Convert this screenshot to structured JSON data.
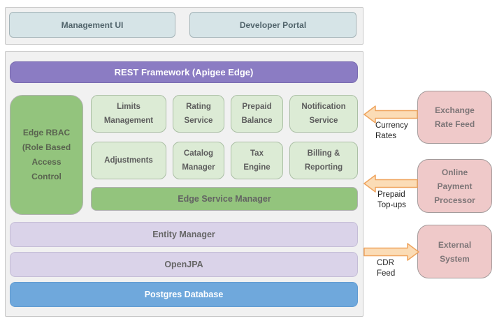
{
  "colors": {
    "panel_bg": "#f1f1f1",
    "panel_border": "#c7c7c7",
    "teal_box": "#d6e4e7",
    "purple_bar": "#8b7cc3",
    "green_dark": "#93c47d",
    "green_light": "#dcebd5",
    "lavender": "#dad3e9",
    "blue_bar": "#6fa8dc",
    "pink_box": "#efc9c9",
    "arrow_fill": "#fbdcb6",
    "arrow_stroke": "#efa45e"
  },
  "client_layer": {
    "management_ui": "Management UI",
    "developer_portal": "Developer Portal"
  },
  "platform": {
    "rest_framework": "REST Framework (Apigee Edge)",
    "rbac": {
      "lines": [
        "Edge RBAC",
        "(Role Based",
        "Access",
        "Control"
      ]
    },
    "services_row1": [
      {
        "label": "Limits Management"
      },
      {
        "label": "Rating Service"
      },
      {
        "label": "Prepaid Balance"
      },
      {
        "label": "Notification Service"
      }
    ],
    "services_row2": [
      {
        "label": "Adjustments"
      },
      {
        "label": "Catalog Manager"
      },
      {
        "label": "Tax Engine"
      },
      {
        "label": "Billing & Reporting"
      }
    ],
    "edge_service_manager": "Edge Service Manager",
    "entity_manager": "Entity Manager",
    "openjpa": "OpenJPA",
    "postgres_database": "Postgres Database"
  },
  "external_systems": [
    {
      "label": "Exchange Rate Feed"
    },
    {
      "label": "Online Payment Processor"
    },
    {
      "label": "External System"
    }
  ],
  "flows": [
    {
      "label": "Currency\nRates",
      "direction": "in"
    },
    {
      "label": "Prepaid\nTop-ups",
      "direction": "in"
    },
    {
      "label": "CDR\nFeed",
      "direction": "out"
    }
  ]
}
